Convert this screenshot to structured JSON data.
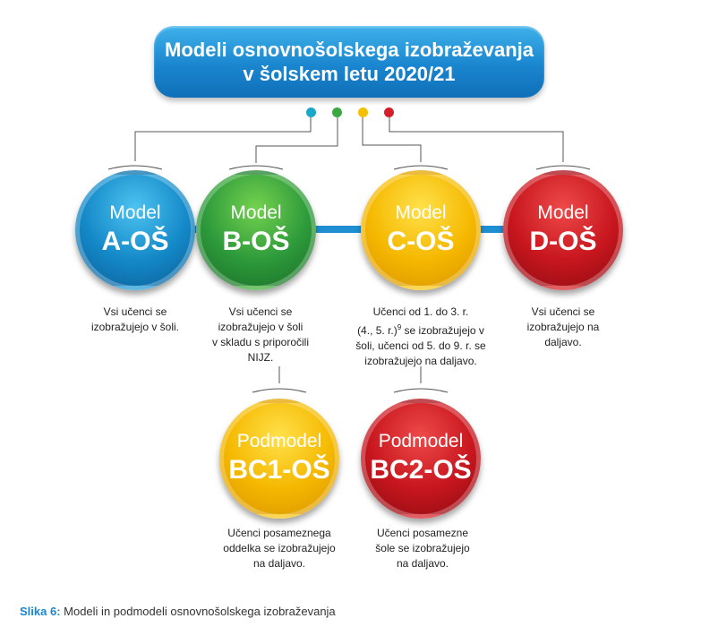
{
  "title": {
    "line1": "Modeli osnovnošolskega izobraževanja",
    "line2": "v šolskem letu 2020/21"
  },
  "colors": {
    "blue": "#1489c8",
    "green": "#2d9a3b",
    "yellow": "#f5b800",
    "red": "#c8161e",
    "line": "#555555",
    "connector": "#1f8fd4"
  },
  "models": [
    {
      "label": "Model",
      "code": "A-OŠ",
      "color": "blue",
      "desc": [
        "Vsi učenci se",
        "izobražujejo v šoli."
      ]
    },
    {
      "label": "Model",
      "code": "B-OŠ",
      "color": "green",
      "desc": [
        "Vsi učenci se",
        "izobražujejo v šoli",
        "v skladu s priporočili",
        "NIJZ."
      ]
    },
    {
      "label": "Model",
      "code": "C-OŠ",
      "color": "yellow",
      "desc": [
        "Učenci od 1. do 3. r.",
        "(4., 5. r.)",
        "šoli, učenci od 5. do 9. r. se",
        "izobražujejo na daljavo."
      ],
      "footnote": "9",
      "desc_line2_suffix": " se izobražujejo v"
    },
    {
      "label": "Model",
      "code": "D-OŠ",
      "color": "red",
      "desc": [
        "Vsi učenci se",
        "izobražujejo na",
        "daljavo."
      ]
    }
  ],
  "submodels": [
    {
      "label": "Podmodel",
      "code": "BC1-OŠ",
      "color": "yellow",
      "desc": [
        "Učenci posameznega",
        "oddelka se izobražujejo",
        "na daljavo."
      ]
    },
    {
      "label": "Podmodel",
      "code": "BC2-OŠ",
      "color": "red",
      "desc": [
        "Učenci posamezne",
        "šole se izobražujejo",
        "na daljavo."
      ]
    }
  ],
  "caption": {
    "label": "Slika 6:",
    "text": " Modeli in podmodeli osnovnošolskega izobraževanja"
  }
}
